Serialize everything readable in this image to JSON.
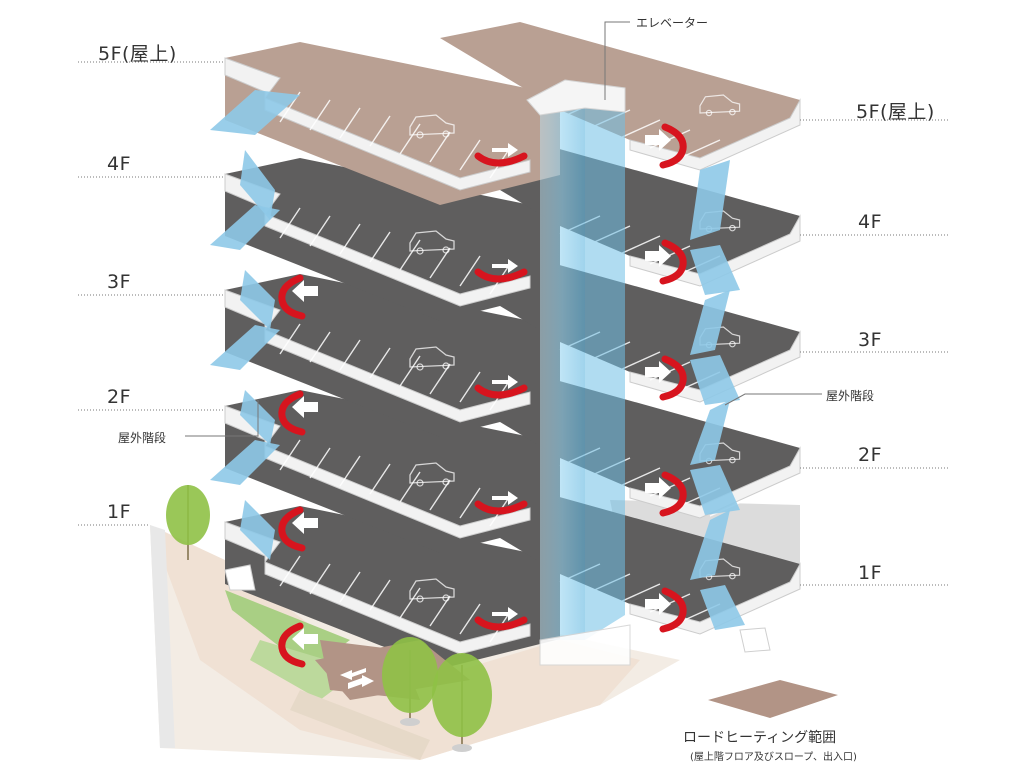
{
  "floor_labels": {
    "left": [
      "5F(屋上)",
      "4F",
      "3F",
      "2F",
      "1F"
    ],
    "right": [
      "5F(屋上)",
      "4F",
      "3F",
      "2F",
      "1F"
    ]
  },
  "callouts": {
    "elevator": "エレベーター",
    "outdoor_stairs_left": "屋外階段",
    "outdoor_stairs_right": "屋外階段"
  },
  "legend": {
    "title": "ロードヒーティング範囲",
    "subtitle": "(屋上階フロア及びスロープ、出入口)",
    "swatch_color": "#b29486"
  },
  "colors": {
    "asphalt": "#5f5e5e",
    "heated_floor": "#b9a093",
    "slab_edge": "#f2f2f2",
    "stairs": "#8ec9e8",
    "elevator": "#8fd0ee",
    "arrow": "#d7141e",
    "grass": "#a9cf84",
    "tree": "#8fc146"
  }
}
